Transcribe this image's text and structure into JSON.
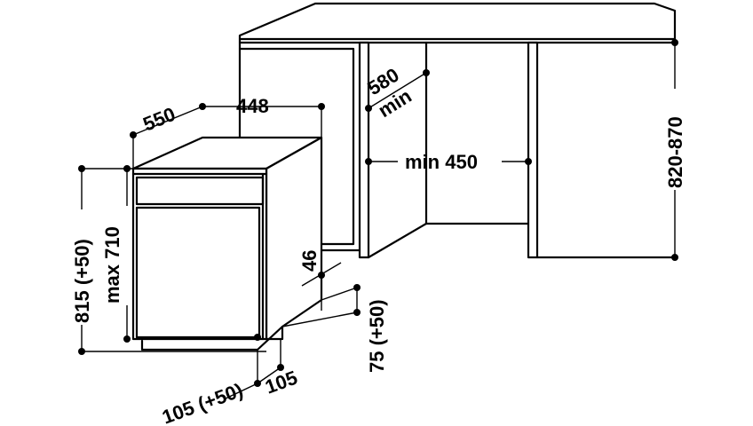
{
  "dimensions": {
    "depth_550": "550",
    "width_448": "448",
    "recess_depth": "580",
    "recess_depth_unit": "min",
    "recess_width": "min 450",
    "cabinet_height": "820-870",
    "height_adjust": "815 (+50)",
    "height_max": "max 710",
    "plinth_46": "46",
    "plinth_75": "75 (+50)",
    "foot_105_adj": "105 (+50)",
    "foot_105": "105"
  },
  "colors": {
    "line": "#000000",
    "background": "#ffffff"
  }
}
